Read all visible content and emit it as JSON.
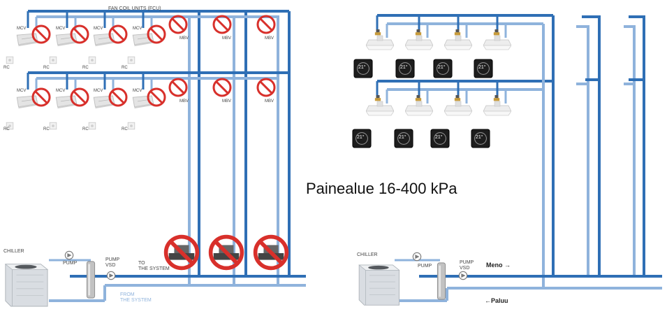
{
  "colors": {
    "supply": "#2f6fb5",
    "return": "#8fb3dc",
    "forbidden": "#d8302b",
    "unit": "#e6e6e6"
  },
  "left": {
    "title": "FAN COIL UNITS (FCU)",
    "fcu_labels": {
      "mcv": "MCV",
      "mbv": "MBV",
      "rc": "RC"
    },
    "chiller_label": "CHILLER",
    "pump_label": "PUMP",
    "pump_vsd_label": "PUMP\nVSD",
    "to_system": "TO\nTHE SYSTEM",
    "from_system": "FROM\nTHE SYSTEM"
  },
  "right": {
    "chiller_label": "CHILLER",
    "pump_label": "PUMP",
    "pump_vsd_label": "PUMP\nVSD",
    "thermostat_display": "21°",
    "supply_label": "Meno →",
    "return_label": "←Paluu"
  },
  "pressure_range": "Painealue  16-400  kPa"
}
